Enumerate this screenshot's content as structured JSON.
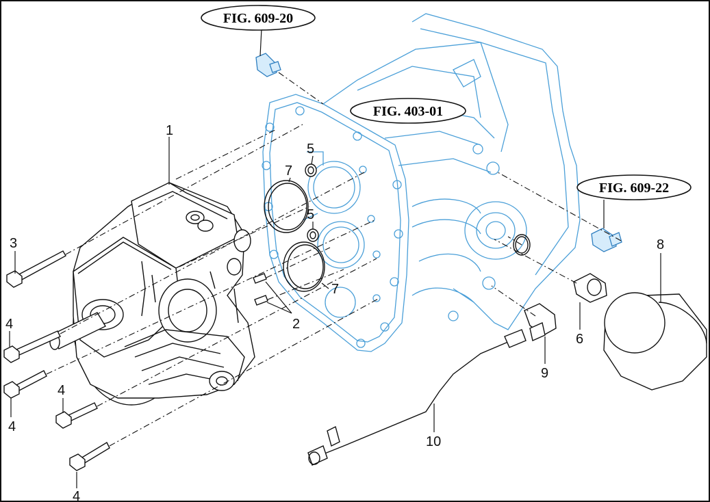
{
  "figure_refs": {
    "fig_609_20": "FIG. 609-20",
    "fig_403_01": "FIG. 403-01",
    "fig_609_22": "FIG. 609-22"
  },
  "callouts": {
    "c1": "1",
    "c2": "2",
    "c3": "3",
    "c4a": "4",
    "c4b": "4",
    "c4c": "4",
    "c4d": "4",
    "c5a": "5",
    "c5b": "5",
    "c6": "6",
    "c7a": "7",
    "c7b": "7",
    "c8": "8",
    "c9": "9",
    "c10": "10"
  },
  "colors": {
    "housing_line": "#4a9fd8",
    "highlight_fill": "#d6ecfb",
    "ink": "#111111"
  }
}
